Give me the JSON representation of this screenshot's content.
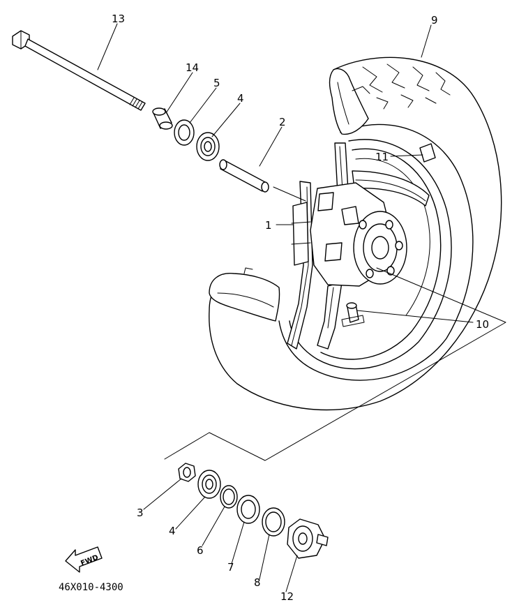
{
  "labels": {
    "p1": "1",
    "p2": "2",
    "p3": "3",
    "p4_upper": "4",
    "p4_lower": "4",
    "p5": "5",
    "p6": "6",
    "p7": "7",
    "p8": "8",
    "p9": "9",
    "p10": "10",
    "p11": "11",
    "p12": "12",
    "p13": "13",
    "p14": "14"
  },
  "direction_badge": "FWD",
  "drawing_code": "46X010-4300"
}
